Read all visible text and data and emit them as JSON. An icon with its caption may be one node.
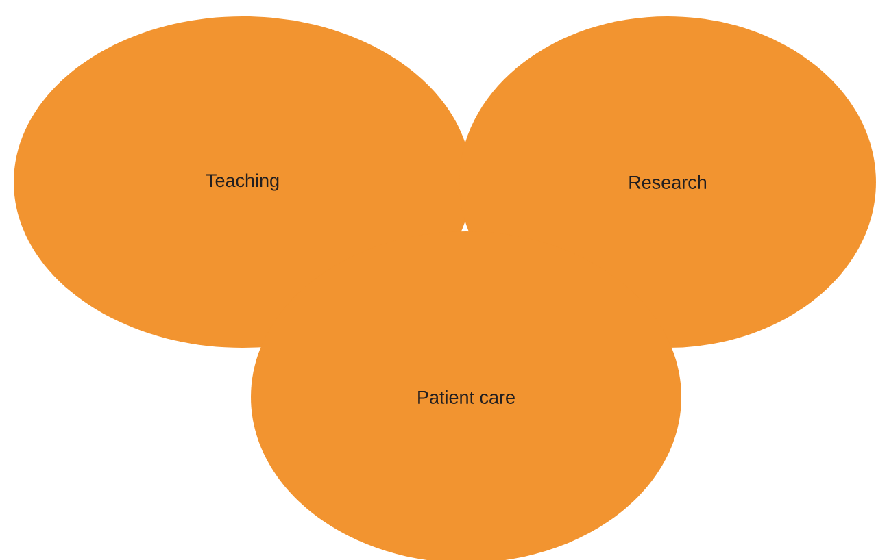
{
  "diagram": {
    "nodes": [
      {
        "text": [
          "Teaching"
        ]
      },
      {
        "text": [
          "Research"
        ]
      },
      {
        "text": [
          "Patient care"
        ]
      }
    ]
  }
}
